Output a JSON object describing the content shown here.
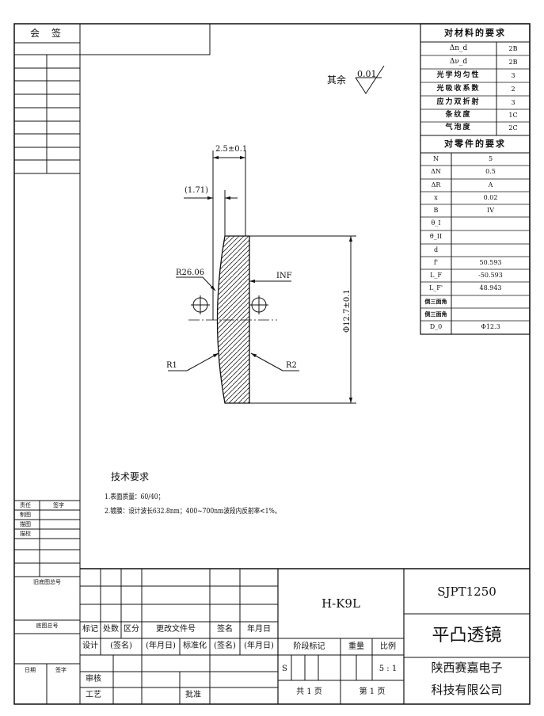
{
  "countersign": {
    "col1": "会",
    "col2": "签"
  },
  "surface_finish": {
    "label": "其余",
    "value": "0.01"
  },
  "dimensions": {
    "thickness": "2.5±0.1",
    "edge": "(1.71)",
    "radius_r1": "R26.06",
    "radius_r2": "INF",
    "diameter": "Φ12.7±0.1",
    "surface_1": "R1",
    "surface_2": "R2"
  },
  "material_req": {
    "title": "对材料的要求",
    "rows": [
      {
        "label": "Δn_d",
        "value": "2B"
      },
      {
        "label": "Δν_d",
        "value": "2B"
      },
      {
        "label": "光学均匀性",
        "value": "3"
      },
      {
        "label": "光吸收系数",
        "value": "2"
      },
      {
        "label": "应力双折射",
        "value": "3"
      },
      {
        "label": "条纹度",
        "value": "1C"
      },
      {
        "label": "气泡度",
        "value": "2C"
      }
    ]
  },
  "part_req": {
    "title": "对零件的要求",
    "rows": [
      {
        "label": "N",
        "value": "5"
      },
      {
        "label": "ΔN",
        "value": "0.5"
      },
      {
        "label": "ΔR",
        "value": "A"
      },
      {
        "label": "x",
        "value": "0.02"
      },
      {
        "label": "B",
        "value": "IV"
      },
      {
        "label": "θ_I",
        "value": ""
      },
      {
        "label": "θ_II",
        "value": ""
      },
      {
        "label": "d",
        "value": ""
      },
      {
        "label": "f'",
        "value": "50.593"
      },
      {
        "label": "L_F",
        "value": "-50.593"
      },
      {
        "label": "L_F'",
        "value": "48.943"
      },
      {
        "label": "倒三面角",
        "value": ""
      },
      {
        "label": "倒三面角",
        "value": ""
      },
      {
        "label": "D_0",
        "value": "Φ12.3"
      }
    ]
  },
  "tech_req": {
    "title": "技术要求",
    "lines": [
      "1.表面质量：60/40；",
      "2.镀膜：设计波长632.8nm；400~700nm波段内反射率<1%。"
    ]
  },
  "left_stamp": {
    "header": [
      "责任",
      "签字"
    ],
    "rows": [
      "制图",
      "描图",
      "描校"
    ],
    "old_base": "旧底图总号",
    "base": "底图总号",
    "date": "日期",
    "sign": "签字"
  },
  "title_block": {
    "material": "H-K9L",
    "drawing_no": "SJPT1250",
    "part_name": "平凸透镜",
    "company_line1": "陕西赛嘉电子",
    "company_line2": "科技有限公司",
    "rev_headers": [
      "标记",
      "处数",
      "区分",
      "更改文件号",
      "签名",
      "年月日"
    ],
    "sign_row": [
      "设计",
      "(签名)",
      "(年月日)",
      "标准化",
      "(签名)",
      "(年月日)"
    ],
    "review": "审核",
    "process": "工艺",
    "approve": "批准",
    "stage_label": "阶段标记",
    "weight_label": "重量",
    "scale_label": "比例",
    "stage_mark": "S",
    "scale": "5 : 1",
    "total_sheets": "共 1 页",
    "sheet_no": "第 1 页"
  }
}
